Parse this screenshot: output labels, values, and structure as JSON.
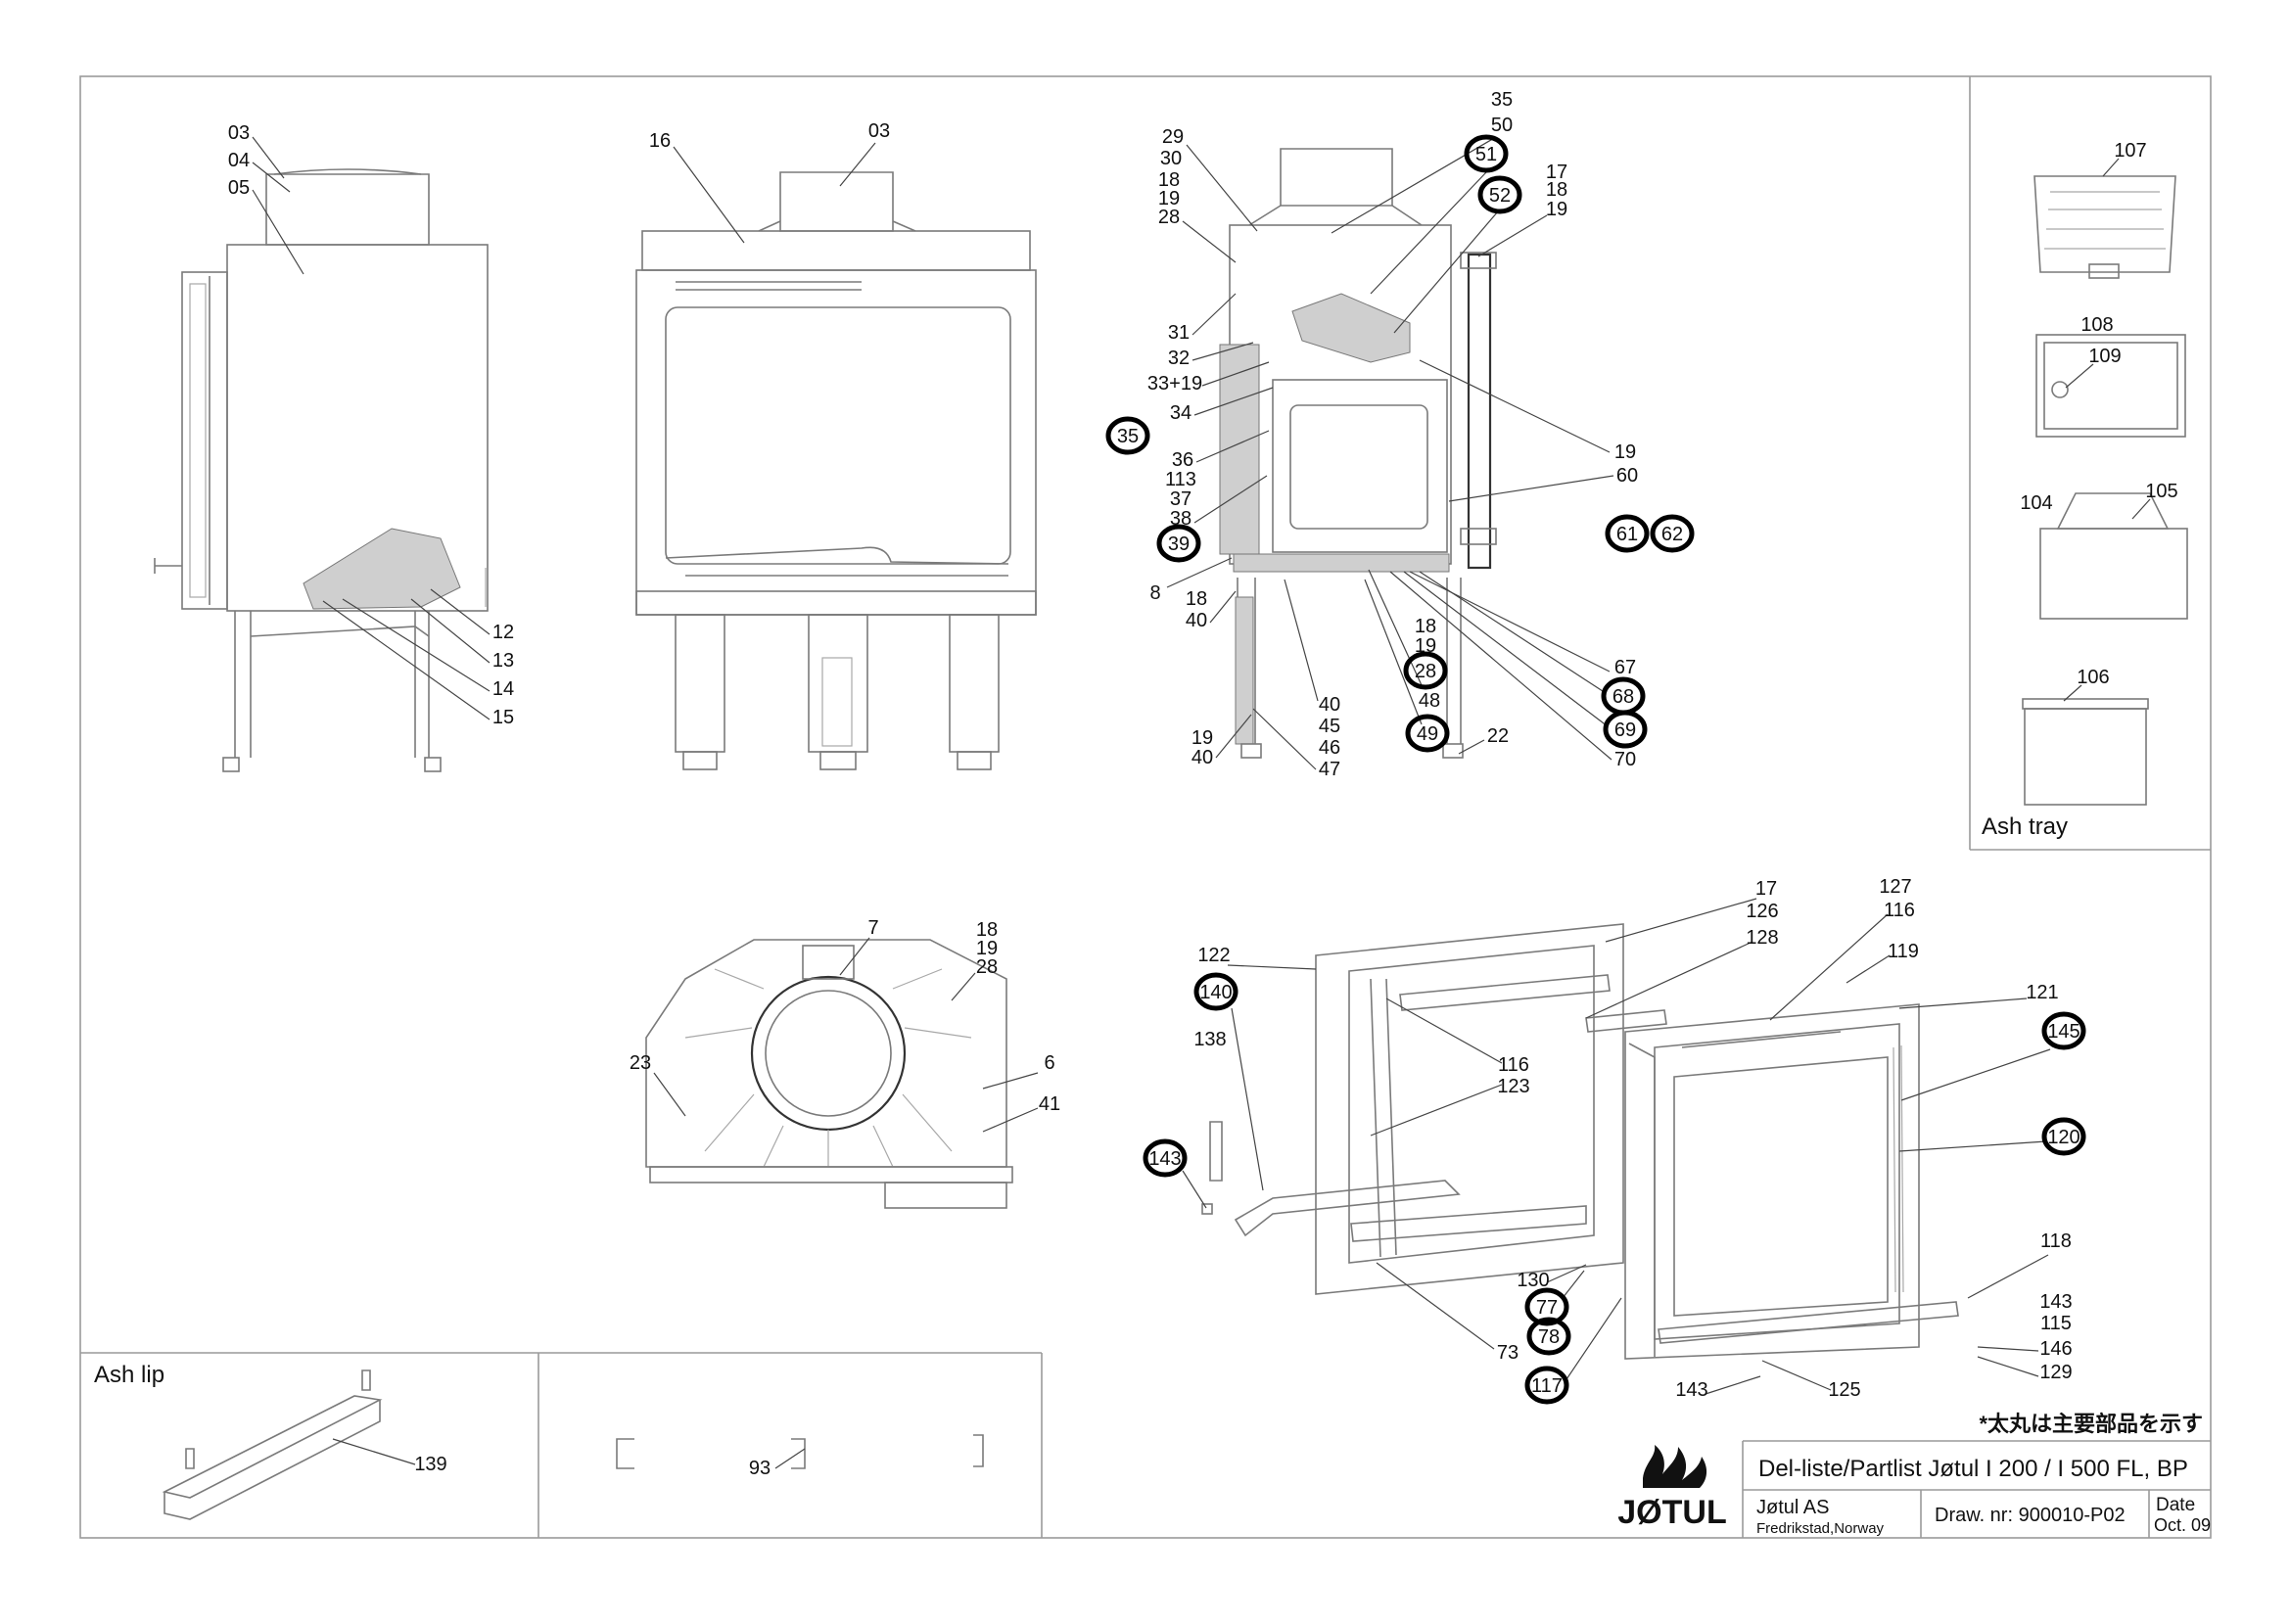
{
  "title_block": {
    "title": "Del-liste/Partlist Jøtul I 200 /  I 500 FL, BP",
    "company": "Jøtul AS",
    "location": "Fredrikstad,Norway",
    "drawing_number": "Draw. nr: 900010-P02",
    "date_label": "Date",
    "date_value": "Oct. 09",
    "brand": "JØTUL",
    "note": "*太丸は主要部品を示す"
  },
  "sections": {
    "ash_tray": "Ash tray",
    "ash_lip": "Ash lip"
  },
  "side_view_labels": [
    "03",
    "04",
    "05",
    "12",
    "13",
    "14",
    "15"
  ],
  "front_view_labels": [
    "16",
    "03"
  ],
  "section_view_labels": {
    "plain": [
      "29",
      "30",
      "18",
      "19",
      "28",
      "35",
      "50",
      "17",
      "18",
      "19",
      "31",
      "32",
      "33+19",
      "34",
      "36",
      "113",
      "37",
      "38",
      "8",
      "18",
      "40",
      "19",
      "60",
      "18",
      "19",
      "48",
      "40",
      "45",
      "46",
      "47",
      "19",
      "40",
      "22",
      "67",
      "70"
    ],
    "circled": [
      "51",
      "52",
      "35",
      "39",
      "61",
      "62",
      "28",
      "49",
      "68",
      "69"
    ]
  },
  "rear_view_labels": [
    "7",
    "18",
    "19",
    "28",
    "23",
    "6",
    "41"
  ],
  "door_labels": {
    "plain": [
      "17",
      "126",
      "128",
      "127",
      "116",
      "119",
      "122",
      "121",
      "138",
      "116",
      "123",
      "118",
      "130",
      "143",
      "115",
      "146",
      "129",
      "73",
      "125",
      "143"
    ],
    "circled": [
      "140",
      "143",
      "145",
      "120",
      "77",
      "78",
      "117"
    ]
  },
  "ash_tray_labels": [
    "107",
    "108",
    "109",
    "104",
    "105",
    "106"
  ],
  "ash_lip_labels": [
    "139"
  ],
  "bracket_labels": [
    "93"
  ]
}
